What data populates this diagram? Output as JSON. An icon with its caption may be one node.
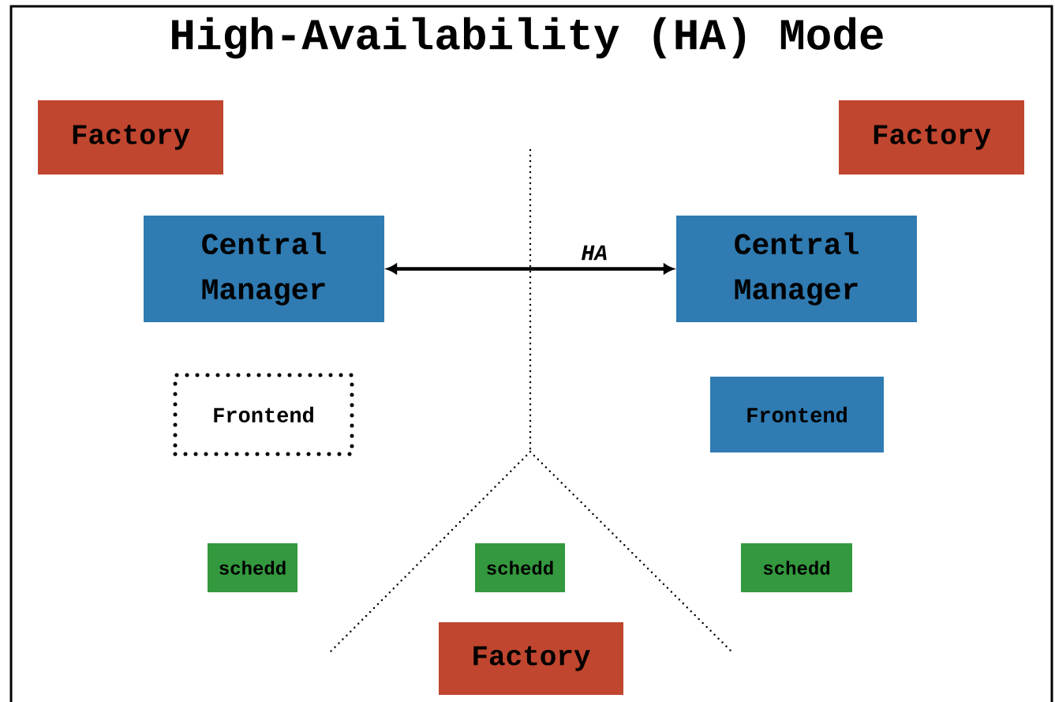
{
  "diagram": {
    "title": "High-Availability (HA) Mode",
    "nodes": [
      {
        "text": [
          "Factory"
        ]
      },
      {
        "text": [
          "Factory"
        ]
      },
      {
        "text": [
          "Central Manager"
        ]
      },
      {
        "text": [
          "Central Manager"
        ]
      },
      {
        "text": [
          "Frontend"
        ]
      },
      {
        "text": [
          "Frontend"
        ]
      },
      {
        "text": [
          "schedd"
        ]
      },
      {
        "text": [
          "schedd"
        ]
      },
      {
        "text": [
          "schedd"
        ]
      },
      {
        "text": [
          "Factory"
        ]
      }
    ],
    "edges": [
      {
        "from": 2,
        "to": 3,
        "arrow": "both",
        "label": "HA"
      }
    ]
  }
}
